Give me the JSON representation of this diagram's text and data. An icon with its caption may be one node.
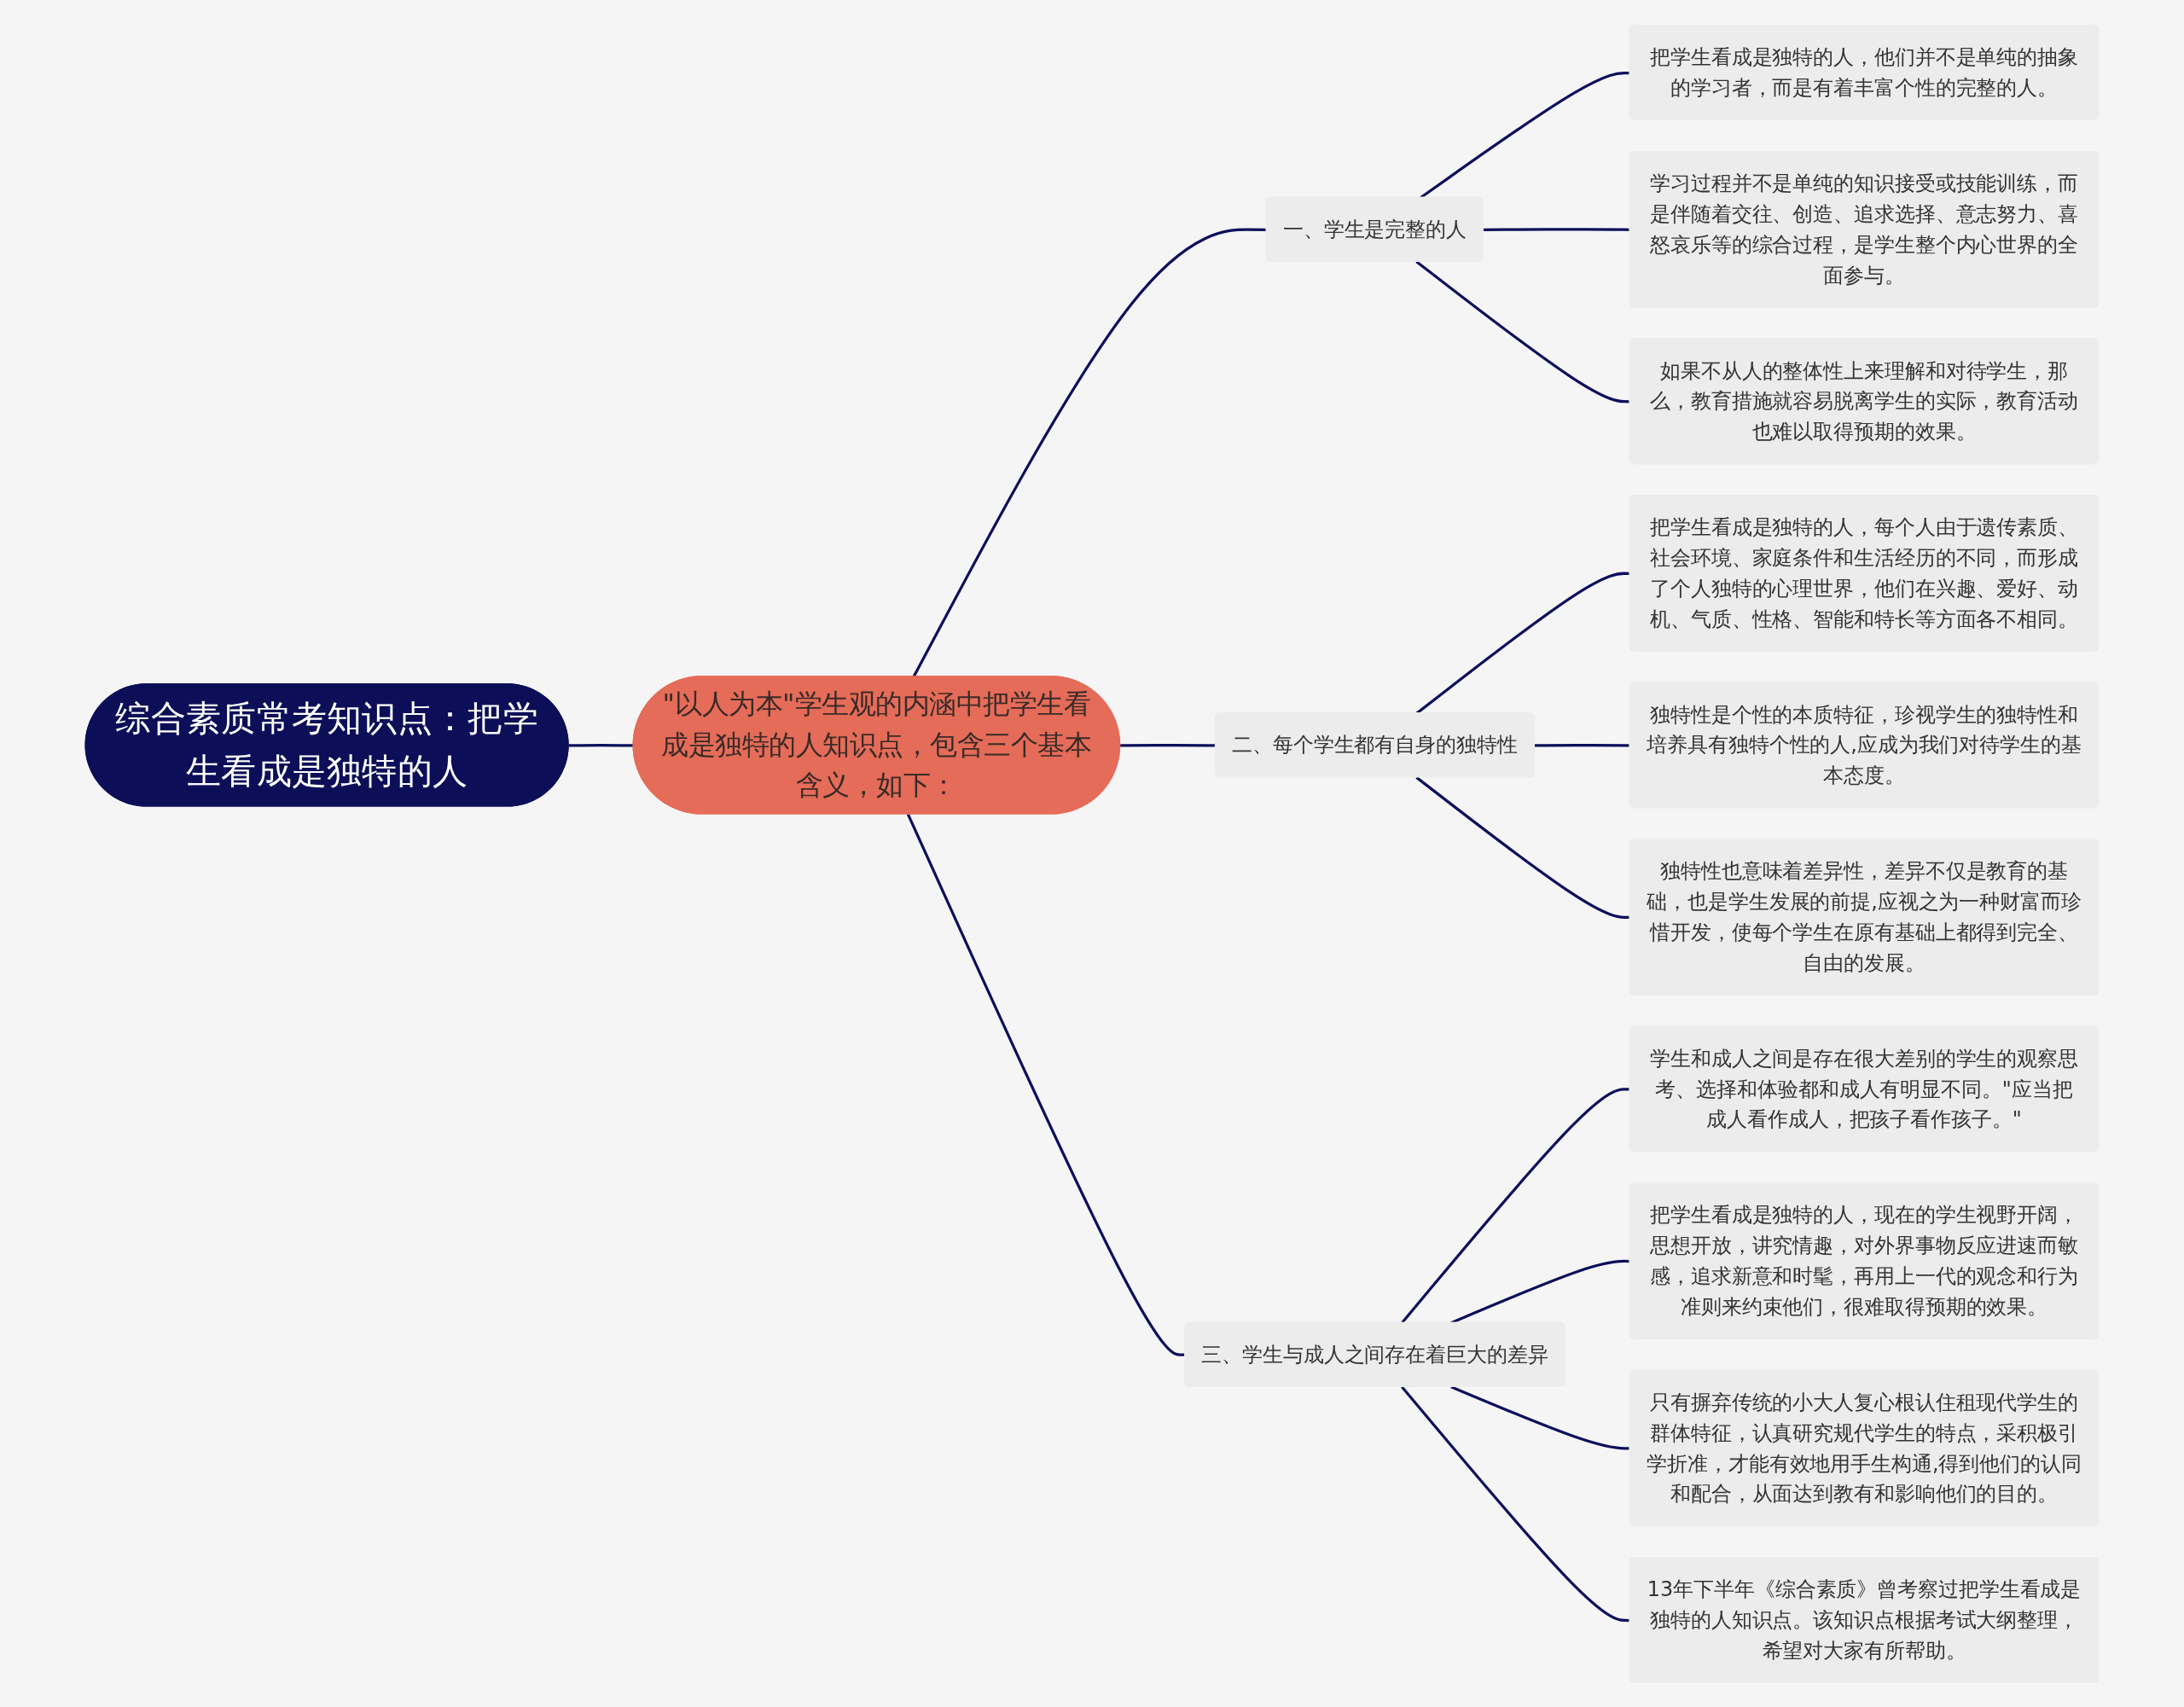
{
  "diagram": {
    "nodes": [
      {
        "text": [
          "综合素质常考知识点：把学生看成是独特的人"
        ]
      },
      {
        "text": [
          "\"以人为本\"学生观的内涵中把学生看成是独特的人知识点，包含三个基本含义，如下："
        ]
      },
      {
        "text": [
          "一、学生是完整的人"
        ]
      },
      {
        "text": [
          "把学生看成是独特的人，他们并不是单纯的抽象的学习者，而是有着丰富个性的完整的人。"
        ]
      },
      {
        "text": [
          "学习过程并不是单纯的知识接受或技能训练，而是伴随着交往、创造、追求选择、意志努力、喜怒哀乐等的综合过程，是学生整个内心世界的全面参与。"
        ]
      },
      {
        "text": [
          "如果不从人的整体性上来理解和对待学生，那么，教育措施就容易脱离学生的实际，教育活动也难以取得预期的效果。"
        ]
      },
      {
        "text": [
          "二、每个学生都有自身的独特性"
        ]
      },
      {
        "text": [
          "把学生看成是独特的人，每个人由于遗传素质、社会环境、家庭条件和生活经历的不同，而形成了个人独特的心理世界，他们在兴趣、爱好、动机、气质、性格、智能和特长等方面各不相同。"
        ]
      },
      {
        "text": [
          "独特性是个性的本质特征，珍视学生的独特性和培养具有独特个性的人,应成为我们对待学生的基本态度。"
        ]
      },
      {
        "text": [
          "独特性也意味着差异性，差异不仅是教育的基础，也是学生发展的前提,应视之为一种财富而珍惜开发，使每个学生在原有基础上都得到完全、自由的发展。"
        ]
      },
      {
        "text": [
          "三、学生与成人之间存在着巨大的差异"
        ]
      },
      {
        "text": [
          "学生和成人之间是存在很大差别的学生的观察思考、选择和体验都和成人有明显不同。\"应当把成人看作成人，把孩子看作孩子。\""
        ]
      },
      {
        "text": [
          "把学生看成是独特的人，现在的学生视野开阔，思想开放，讲究情趣，对外界事物反应进速而敏感，追求新意和时髦，再用上一代的观念和行为准则来约束他们，很难取得预期的效果。"
        ]
      },
      {
        "text": [
          "只有摒弃传统的小大人复心根认住租现代学生的群体特征，认真研究规代学生的特点，采积极引学折准，才能有效地用手生构通,得到他们的认同和配合，从面达到教有和影响他们的目的。"
        ]
      },
      {
        "text": [
          "13年下半年《综合素质》曾考察过把学生看成是独特的人知识点。该知识点根据考试大纲整理，希望对大家有所帮助。"
        ]
      }
    ],
    "edges": [
      {
        "from": 0,
        "to": 1,
        "arrow": "none"
      },
      {
        "from": 1,
        "to": 2,
        "arrow": "none"
      },
      {
        "from": 1,
        "to": 6,
        "arrow": "none"
      },
      {
        "from": 1,
        "to": 10,
        "arrow": "none"
      },
      {
        "from": 2,
        "to": 3,
        "arrow": "none"
      },
      {
        "from": 2,
        "to": 4,
        "arrow": "none"
      },
      {
        "from": 2,
        "to": 5,
        "arrow": "none"
      },
      {
        "from": 6,
        "to": 7,
        "arrow": "none"
      },
      {
        "from": 6,
        "to": 8,
        "arrow": "none"
      },
      {
        "from": 6,
        "to": 9,
        "arrow": "none"
      },
      {
        "from": 10,
        "to": 11,
        "arrow": "none"
      },
      {
        "from": 10,
        "to": 12,
        "arrow": "none"
      },
      {
        "from": 10,
        "to": 13,
        "arrow": "none"
      },
      {
        "from": 10,
        "to": 14,
        "arrow": "none"
      }
    ]
  }
}
